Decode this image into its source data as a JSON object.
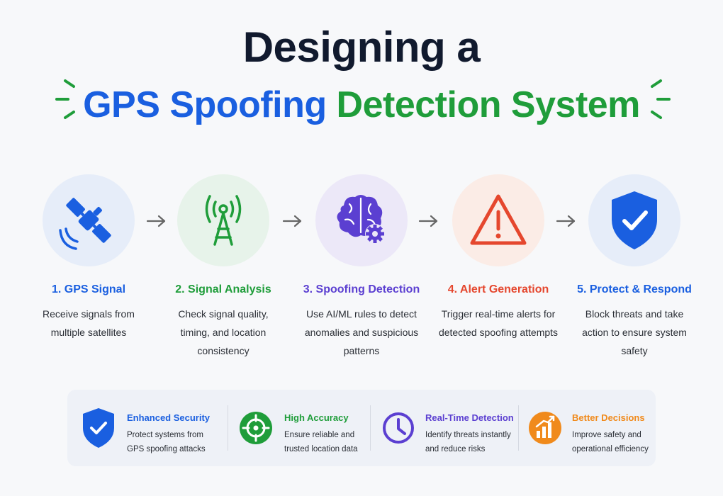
{
  "title": {
    "line1": "Designing a",
    "line2_part1": "GPS Spoofing",
    "line2_part2": "Detection System"
  },
  "steps": [
    {
      "title": "1. GPS Signal",
      "desc": "Receive signals from multiple satellites",
      "color": "#1a5fe0",
      "bg": "#e6edf9",
      "icon": "satellite-icon"
    },
    {
      "title": "2. Signal Analysis",
      "desc": "Check signal quality, timing, and location consistency",
      "color": "#1f9d3a",
      "bg": "#e7f3ea",
      "icon": "antenna-tower-icon"
    },
    {
      "title": "3. Spoofing Detection",
      "desc": "Use AI/ML rules to detect anomalies and suspicious patterns",
      "color": "#5b3fd1",
      "bg": "#ece8f8",
      "icon": "brain-gear-icon"
    },
    {
      "title": "4. Alert Generation",
      "desc": "Trigger real-time alerts for detected spoofing attempts",
      "color": "#e5472e",
      "bg": "#fbece6",
      "icon": "warning-triangle-icon"
    },
    {
      "title": "5. Protect & Respond",
      "desc": "Block threats and take action to ensure system safety",
      "color": "#1a5fe0",
      "bg": "#e6edf9",
      "icon": "shield-check-icon"
    }
  ],
  "benefits": [
    {
      "title": "Enhanced Security",
      "desc": "Protect systems from GPS spoofing attacks",
      "color": "#1a5fe0",
      "icon": "shield-check-icon"
    },
    {
      "title": "High Accuracy",
      "desc": "Ensure reliable and trusted location data",
      "color": "#1f9d3a",
      "icon": "crosshair-target-icon"
    },
    {
      "title": "Real-Time Detection",
      "desc": "Identify threats instantly and reduce risks",
      "color": "#5b3fd1",
      "icon": "clock-icon"
    },
    {
      "title": "Better Decisions",
      "desc": "Improve safety and operational efficiency",
      "color": "#f08a1c",
      "icon": "bar-chart-icon"
    }
  ]
}
